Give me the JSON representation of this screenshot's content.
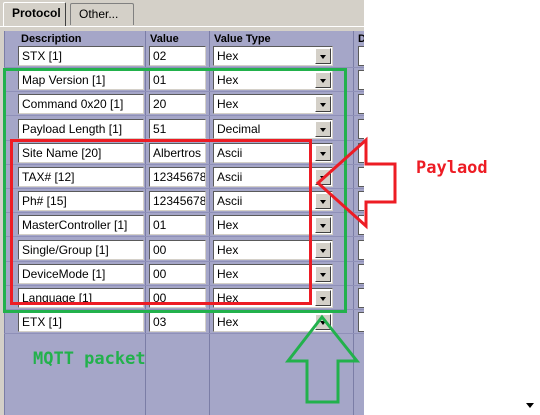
{
  "tabs": [
    {
      "label": "Protocol",
      "active": true
    },
    {
      "label": "Other...",
      "active": false
    }
  ],
  "columns": {
    "description": "Description",
    "value": "Value",
    "value_type": "Value Type",
    "extra": "D"
  },
  "rows": [
    {
      "description": "STX [1]",
      "value": "02",
      "type": "Hex"
    },
    {
      "description": "Map Version [1]",
      "value": "01",
      "type": "Hex"
    },
    {
      "description": "Command 0x20 [1]",
      "value": "20",
      "type": "Hex"
    },
    {
      "description": "Payload Length [1]",
      "value": "51",
      "type": "Decimal"
    },
    {
      "description": "Site Name [20]",
      "value": "Albertros",
      "type": "Ascii"
    },
    {
      "description": "TAX# [12]",
      "value": "12345678",
      "type": "Ascii"
    },
    {
      "description": "Ph# [15]",
      "value": "12345678",
      "type": "Ascii"
    },
    {
      "description": "MasterController [1]",
      "value": "01",
      "type": "Hex"
    },
    {
      "description": "Single/Group [1]",
      "value": "00",
      "type": "Hex"
    },
    {
      "description": "DeviceMode [1]",
      "value": "00",
      "type": "Hex"
    },
    {
      "description": "Language [1]",
      "value": "00",
      "type": "Hex"
    },
    {
      "description": "ETX [1]",
      "value": "03",
      "type": "Hex"
    }
  ],
  "annotations": {
    "payload_label": "Paylaod",
    "mqtt_label": "MQTT packet",
    "red_color": "#ed1c24",
    "green_color": "#22b14c"
  },
  "icons": {
    "dropdown": "chevron-down-icon",
    "scroll_down": "scroll-down-arrow-icon"
  }
}
